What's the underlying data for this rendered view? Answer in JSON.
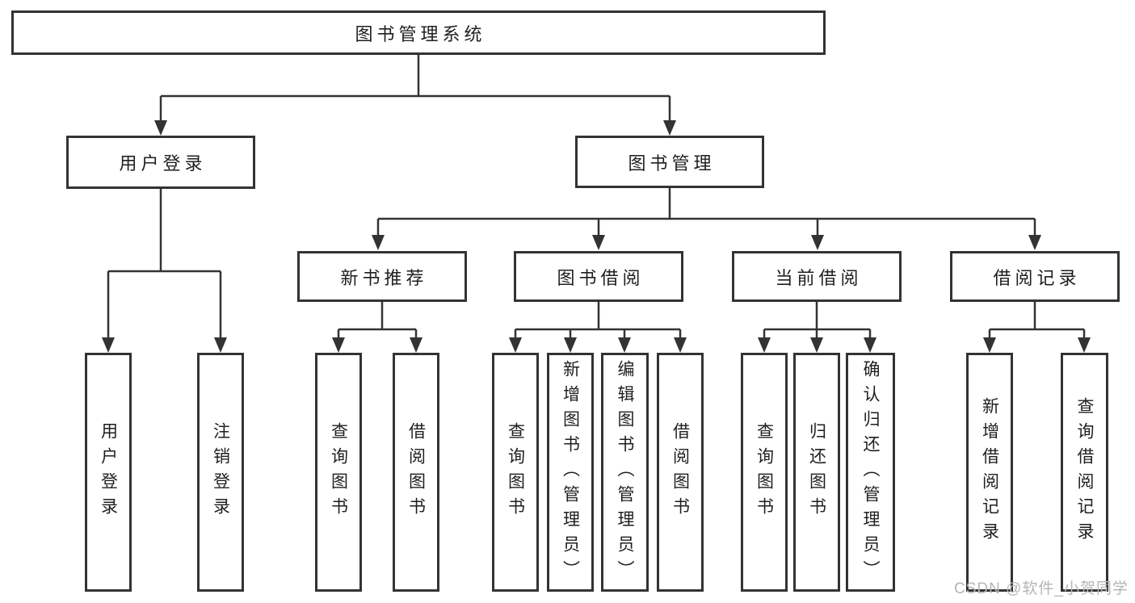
{
  "diagram": {
    "root": {
      "label": "图书管理系统"
    },
    "branches": [
      {
        "label": "用户登录",
        "children": [
          {
            "label": "用户登录"
          },
          {
            "label": "注销登录"
          }
        ]
      },
      {
        "label": "图书管理",
        "sections": [
          {
            "label": "新书推荐",
            "children": [
              {
                "label": "查询图书"
              },
              {
                "label": "借阅图书"
              }
            ]
          },
          {
            "label": "图书借阅",
            "children": [
              {
                "label": "查询图书"
              },
              {
                "label": "新增图书（管理员）"
              },
              {
                "label": "编辑图书（管理员）"
              },
              {
                "label": "借阅图书"
              }
            ]
          },
          {
            "label": "当前借阅",
            "children": [
              {
                "label": "查询图书"
              },
              {
                "label": "归还图书"
              },
              {
                "label": "确认归还（管理员）"
              }
            ]
          },
          {
            "label": "借阅记录",
            "children": [
              {
                "label": "新增借阅记录"
              },
              {
                "label": "查询借阅记录"
              }
            ]
          }
        ]
      }
    ]
  },
  "watermark": {
    "text": "CSDN @软件_小贺同学"
  },
  "colors": {
    "line": "#333333",
    "box_border": "#333333",
    "text": "#1f1f1f",
    "watermark": "#b5b5b5",
    "background": "#ffffff"
  }
}
